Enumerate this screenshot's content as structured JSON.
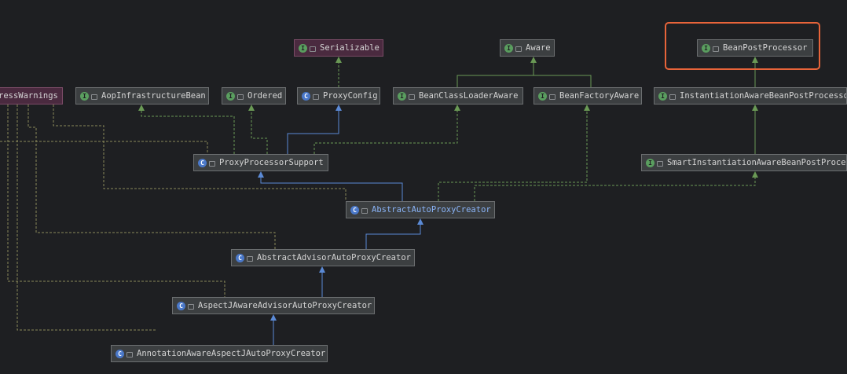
{
  "colors": {
    "background": "#1e1f22",
    "implements_edge": "#6a9955",
    "extends_edge": "#5b8ad6",
    "usage_edge": "#8a8a5a",
    "highlight": "#e8643a"
  },
  "nodes": [
    {
      "id": "SuppressWarnings",
      "label": "ressWarnings",
      "kind": "annotation"
    },
    {
      "id": "AopInfrastructureBean",
      "label": "AopInfrastructureBean",
      "kind": "interface"
    },
    {
      "id": "Ordered",
      "label": "Ordered",
      "kind": "interface"
    },
    {
      "id": "ProxyConfig",
      "label": "ProxyConfig",
      "kind": "class"
    },
    {
      "id": "Serializable",
      "label": "Serializable",
      "kind": "interface",
      "annot_style": true
    },
    {
      "id": "BeanClassLoaderAware",
      "label": "BeanClassLoaderAware",
      "kind": "interface"
    },
    {
      "id": "BeanFactoryAware",
      "label": "BeanFactoryAware",
      "kind": "interface"
    },
    {
      "id": "Aware",
      "label": "Aware",
      "kind": "interface"
    },
    {
      "id": "BeanPostProcessor",
      "label": "BeanPostProcessor",
      "kind": "interface",
      "highlighted": true
    },
    {
      "id": "InstantiationAwareBeanPostProcessor",
      "label": "InstantiationAwareBeanPostProcesso",
      "kind": "interface"
    },
    {
      "id": "SmartInstantiationAwareBeanPostProcessor",
      "label": "SmartInstantiationAwareBeanPostProce",
      "kind": "interface"
    },
    {
      "id": "ProxyProcessorSupport",
      "label": "ProxyProcessorSupport",
      "kind": "class"
    },
    {
      "id": "AbstractAutoProxyCreator",
      "label": "AbstractAutoProxyCreator",
      "kind": "abstract",
      "selected": true
    },
    {
      "id": "AbstractAdvisorAutoProxyCreator",
      "label": "AbstractAdvisorAutoProxyCreator",
      "kind": "class"
    },
    {
      "id": "AspectJAwareAdvisorAutoProxyCreator",
      "label": "AspectJAwareAdvisorAutoProxyCreator",
      "kind": "class"
    },
    {
      "id": "AnnotationAwareAspectJAutoProxyCreator",
      "label": "AnnotationAwareAspectJAutoProxyCreator",
      "kind": "class"
    }
  ],
  "edges": [
    {
      "from": "ProxyConfig",
      "to": "Serializable",
      "type": "implements"
    },
    {
      "from": "BeanClassLoaderAware",
      "to": "Aware",
      "type": "extends-interface"
    },
    {
      "from": "BeanFactoryAware",
      "to": "Aware",
      "type": "extends-interface"
    },
    {
      "from": "InstantiationAwareBeanPostProcessor",
      "to": "BeanPostProcessor",
      "type": "extends-interface"
    },
    {
      "from": "SmartInstantiationAwareBeanPostProcessor",
      "to": "InstantiationAwareBeanPostProcessor",
      "type": "extends-interface"
    },
    {
      "from": "ProxyProcessorSupport",
      "to": "ProxyConfig",
      "type": "extends"
    },
    {
      "from": "ProxyProcessorSupport",
      "to": "Ordered",
      "type": "implements"
    },
    {
      "from": "ProxyProcessorSupport",
      "to": "AopInfrastructureBean",
      "type": "implements"
    },
    {
      "from": "ProxyProcessorSupport",
      "to": "BeanClassLoaderAware",
      "type": "implements"
    },
    {
      "from": "AbstractAutoProxyCreator",
      "to": "ProxyProcessorSupport",
      "type": "extends"
    },
    {
      "from": "AbstractAutoProxyCreator",
      "to": "BeanFactoryAware",
      "type": "implements"
    },
    {
      "from": "AbstractAutoProxyCreator",
      "to": "SmartInstantiationAwareBeanPostProcessor",
      "type": "implements"
    },
    {
      "from": "AbstractAdvisorAutoProxyCreator",
      "to": "AbstractAutoProxyCreator",
      "type": "extends"
    },
    {
      "from": "AspectJAwareAdvisorAutoProxyCreator",
      "to": "AbstractAdvisorAutoProxyCreator",
      "type": "extends"
    },
    {
      "from": "AnnotationAwareAspectJAutoProxyCreator",
      "to": "AspectJAwareAdvisorAutoProxyCreator",
      "type": "extends"
    }
  ]
}
